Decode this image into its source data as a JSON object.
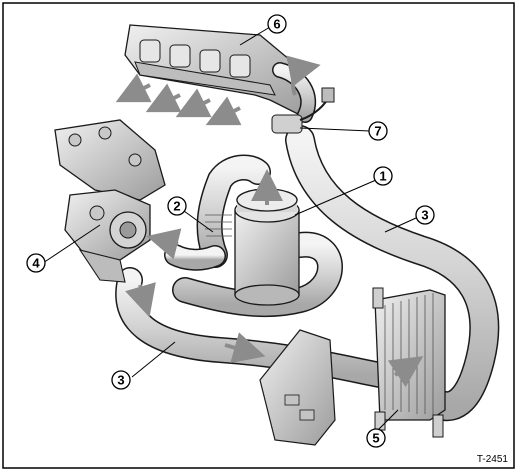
{
  "diagram": {
    "reference_code": "T-2451",
    "callouts": {
      "c1": "1",
      "c2": "2",
      "c3a": "3",
      "c3b": "3",
      "c4": "4",
      "c5": "5",
      "c6": "6",
      "c7": "7"
    }
  },
  "colors": {
    "frame": "#000000",
    "outline": "#1a1a1a",
    "part_fill": "#d9d9d9",
    "part_light": "#f0f0f0",
    "part_dark": "#9a9a9a",
    "arrow": "#8c8c8c"
  }
}
